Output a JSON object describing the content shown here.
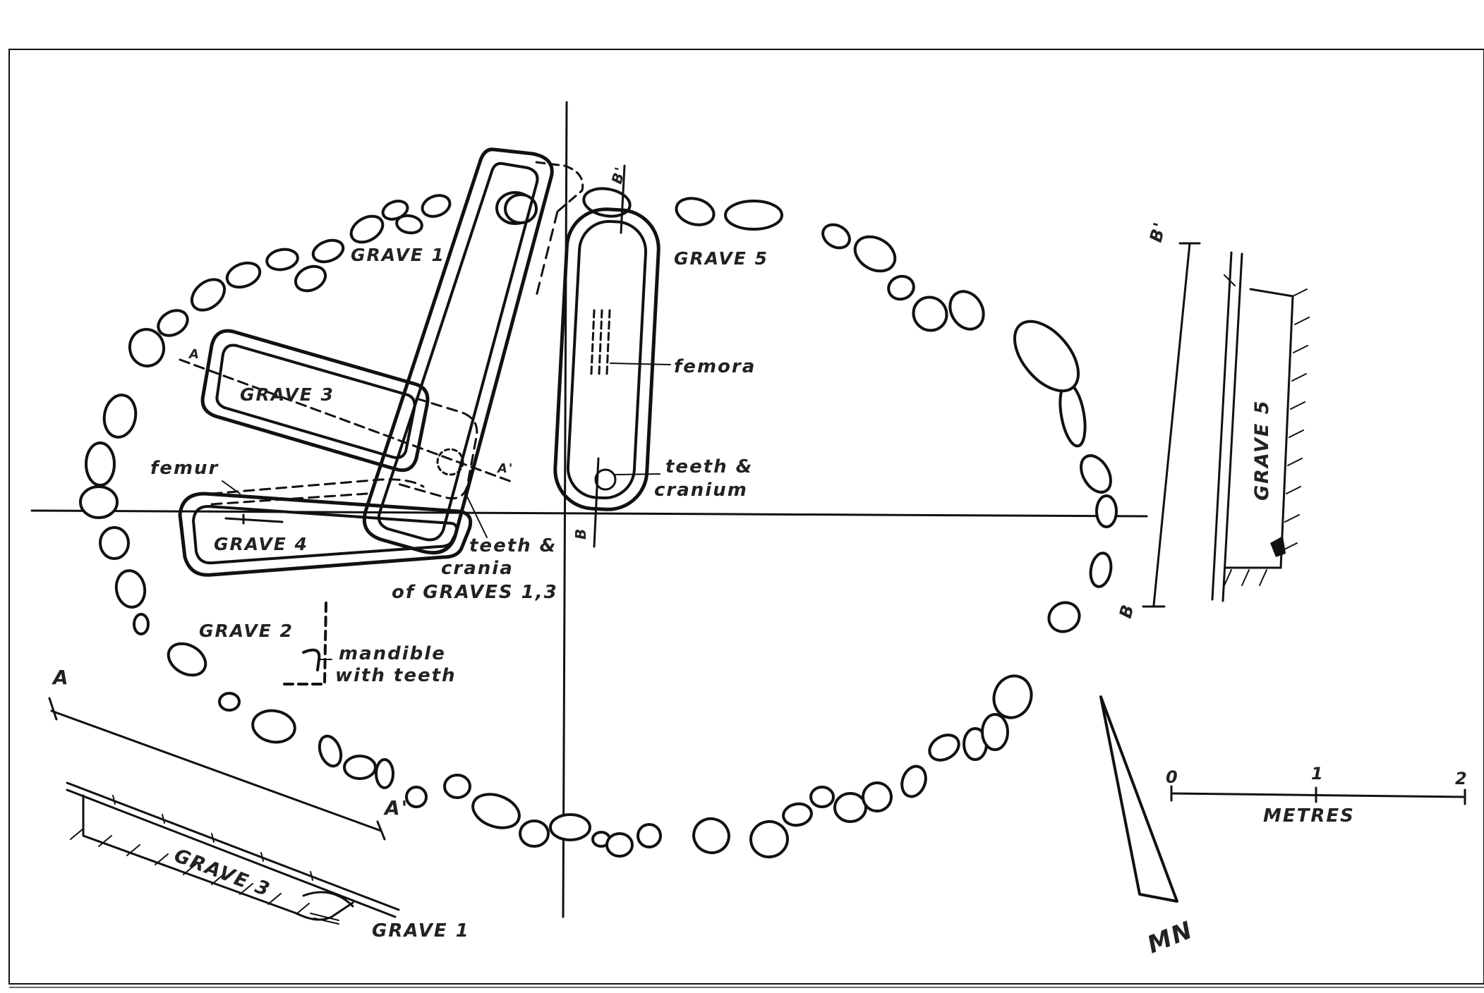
{
  "labels": {
    "grave1": "GRAVE 1",
    "grave2": "GRAVE 2",
    "grave3": "GRAVE 3",
    "grave4": "GRAVE 4",
    "grave5": "GRAVE 5",
    "femur": "femur",
    "femora": "femora",
    "teeth_cranium_1": "teeth &",
    "teeth_cranium_2": "cranium",
    "teeth_crania_1": "teeth &",
    "teeth_crania_2": "crania",
    "teeth_crania_3": "of GRAVES 1,3",
    "mandible_1": "mandible",
    "mandible_2": "with teeth"
  },
  "section_marks": {
    "a": "A",
    "a_prime": "A'",
    "b": "B",
    "b_prime": "B'"
  },
  "sections": {
    "grave3": "GRAVE 3",
    "grave1": "GRAVE 1",
    "grave5": "GRAVE 5"
  },
  "scale": {
    "tick0": "0",
    "tick1": "1",
    "tick2": "2",
    "unit": "METRES"
  },
  "north": "MN"
}
